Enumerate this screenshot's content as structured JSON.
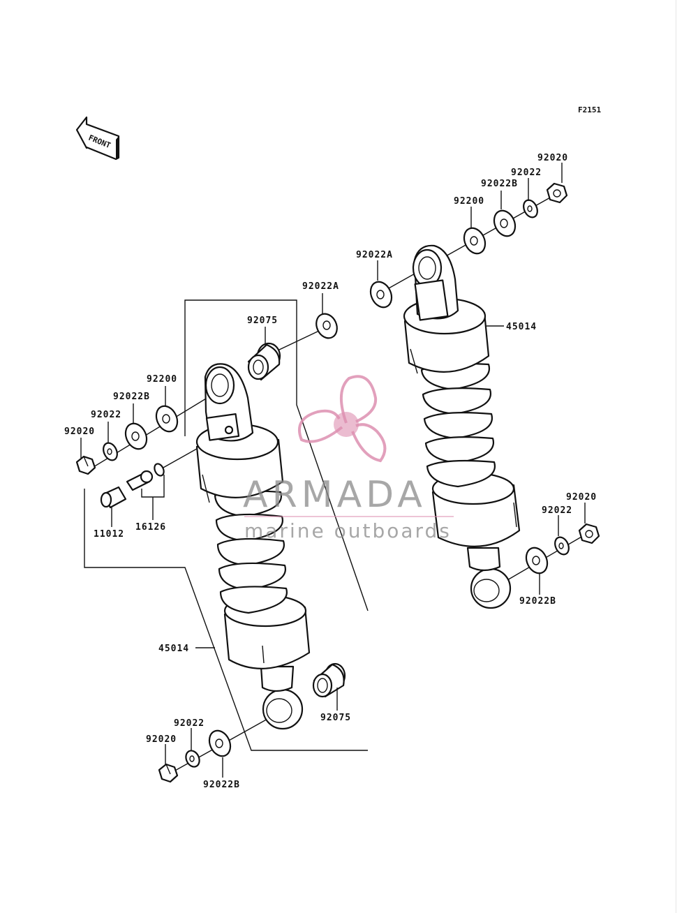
{
  "figure_id": "F2151",
  "front_arrow_text": "FRONT",
  "watermark": {
    "brand": "ARMADA",
    "tagline": "marine outboards",
    "color": "#dd8fb0"
  },
  "labels": {
    "l_92075_top": "92075",
    "l_92022a_left": "92022A",
    "l_92200_left": "92200",
    "l_92022b_left": "92022B",
    "l_92022_left": "92022",
    "l_92020_left": "92020",
    "l_11012": "11012",
    "l_16126": "16126",
    "l_45014_left": "45014",
    "l_92075_bottom": "92075",
    "l_92022_bottom": "92022",
    "l_92020_bottom": "92020",
    "l_92022b_bottom": "92022B",
    "l_92020_right_top": "92020",
    "l_92022_right_top": "92022",
    "l_92022b_right_top": "92022B",
    "l_92200_right": "92200",
    "l_92022a_right": "92022A",
    "l_45014_right": "45014",
    "l_92020_right_bottom": "92020",
    "l_92022_right_bottom": "92022",
    "l_92022b_right_bottom": "92022B"
  }
}
